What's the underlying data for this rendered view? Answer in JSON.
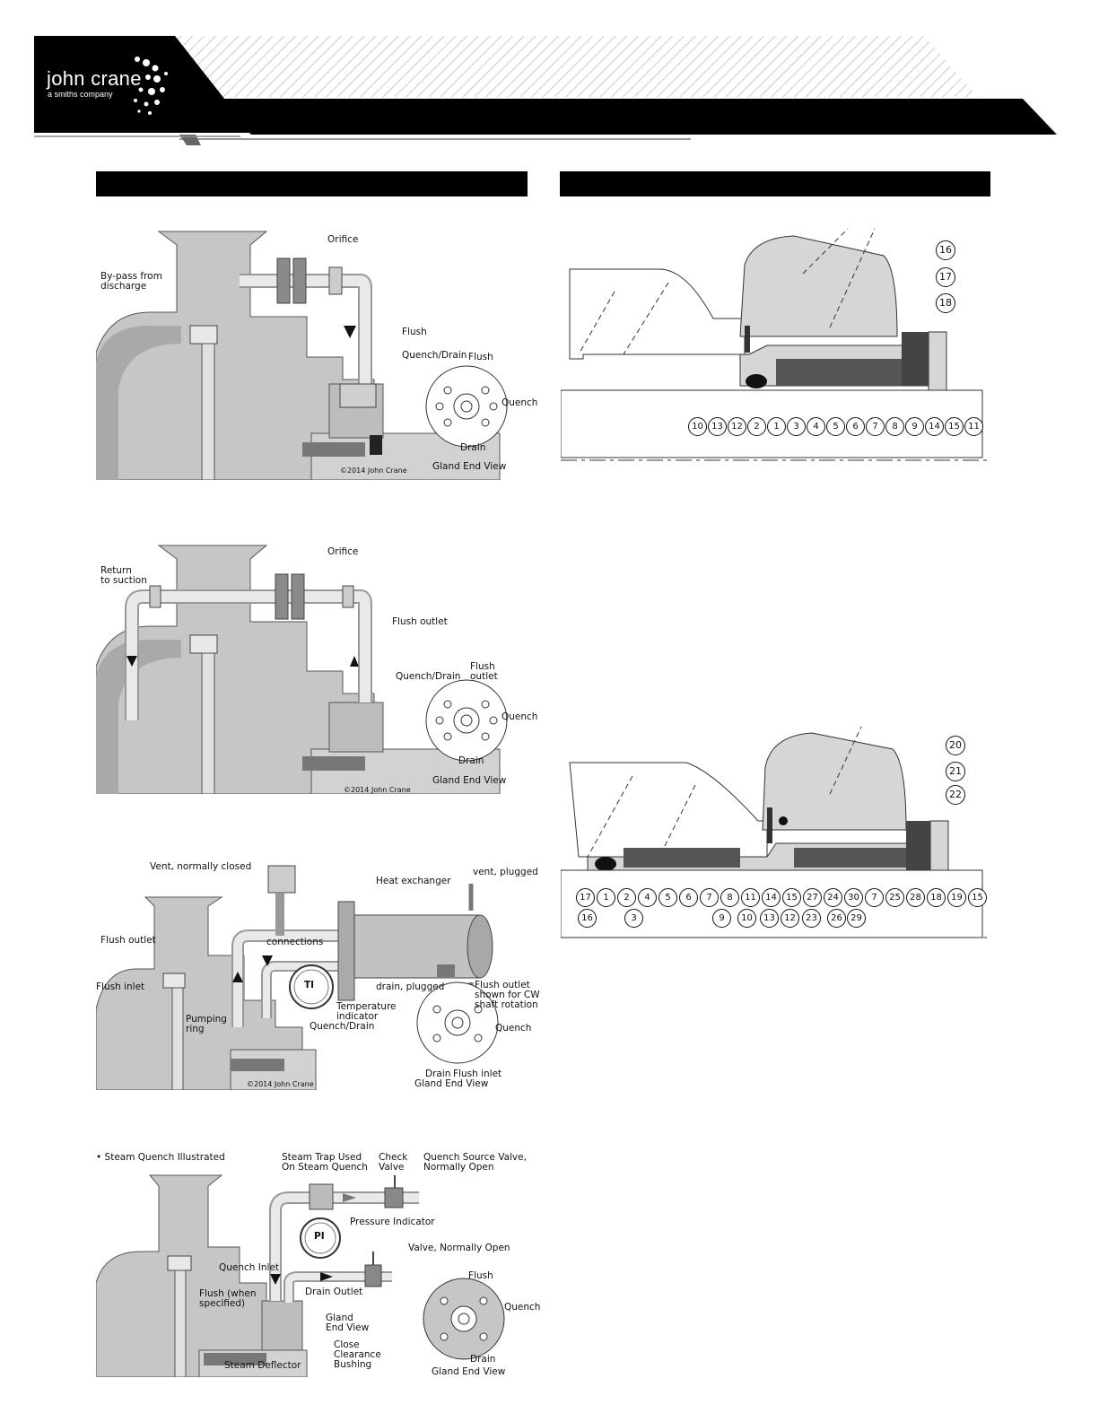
{
  "brand": {
    "name": "john crane",
    "tagline": "a smiths company"
  },
  "figure1": {
    "labels": [
      "Orifice",
      "By-pass from\ndischarge",
      "Flush",
      "Quench/Drain"
    ],
    "end_view": {
      "top": "Flush",
      "right": "Quench",
      "bottom": "Drain",
      "caption": "Gland End View"
    },
    "copyright": "©2014 John Crane"
  },
  "figure2": {
    "labels": [
      "Orifice",
      "Return\nto suction",
      "Flush outlet",
      "Quench/Drain"
    ],
    "end_view": {
      "top": "Flush\noutlet",
      "right": "Quench",
      "bottom": "Drain",
      "caption": "Gland End View"
    },
    "copyright": "©2014 John Crane"
  },
  "figure3": {
    "labels": {
      "vent_closed": "Vent, normally closed",
      "heat_exchanger": "Heat exchanger",
      "vent_plugged": "vent, plugged",
      "flush_outlet": "Flush outlet",
      "connections": "connections",
      "flush_inlet": "Flush inlet",
      "drain_plugged": "drain, plugged",
      "temperature": "Temperature\nindicator",
      "pumping_ring": "Pumping\nring",
      "quench_drain": "Quench/Drain",
      "ti": "TI"
    },
    "end_view": {
      "top": "Flush outlet\nshown for CW\nshaft rotation",
      "right": "Quench",
      "bottom_left": "Drain",
      "bottom_right": "Flush inlet",
      "caption": "Gland End View"
    },
    "copyright": "©2014 John Crane"
  },
  "figure4": {
    "labels": {
      "note": "• Steam Quench Illustrated",
      "steam_trap": "Steam Trap Used\nOn Steam Quench",
      "check_valve": "Check\nValve",
      "quench_valve": "Quench Source Valve,\nNormally Open",
      "pressure": "Pressure Indicator",
      "valve_open": "Valve, Normally Open",
      "quench_inlet": "Quench Inlet",
      "flush_when": "Flush (when\nspecified)",
      "drain_outlet": "Drain Outlet",
      "gland": "Gland\nEnd View",
      "close_bushing": "Close\nClearance\nBushing",
      "steam_deflector": "Steam Deflector",
      "pi": "PI"
    },
    "end_view": {
      "top": "Flush",
      "right": "Quench",
      "bottom": "Drain",
      "caption": "Gland End View"
    }
  },
  "section1": {
    "callouts_top": [
      "16",
      "17",
      "18"
    ],
    "callouts_bottom": [
      "10",
      "13",
      "12",
      "2",
      "1",
      "3",
      "4",
      "5",
      "6",
      "7",
      "8",
      "9",
      "14",
      "15",
      "11"
    ]
  },
  "section2": {
    "callouts_top": [
      "20",
      "21",
      "22"
    ],
    "row1": [
      "17",
      "1",
      "2",
      "4",
      "5",
      "6",
      "7",
      "8",
      "11",
      "14",
      "15",
      "27",
      "24",
      "30",
      "7",
      "25",
      "28",
      "18",
      "19",
      "15"
    ],
    "row2": [
      "16",
      "3",
      "9",
      "10",
      "13",
      "12",
      "23",
      "26",
      "29"
    ]
  }
}
